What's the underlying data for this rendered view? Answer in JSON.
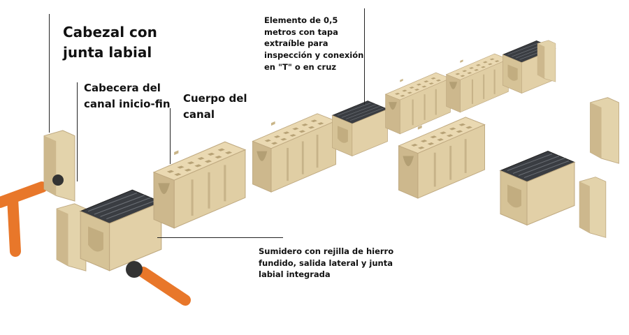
{
  "labels": {
    "cabezal": [
      "Cabezal con",
      "junta labial"
    ],
    "cabecera": [
      "Cabecera del",
      "canal inicio-fin"
    ],
    "cuerpo": [
      "Cuerpo del",
      "canal"
    ],
    "elemento": [
      "Elemento de 0,5",
      "metros con tapa",
      "extraíble para",
      "inspección y conexión",
      "en \"T\" o en cruz"
    ],
    "sumidero": [
      "Sumidero con rejilla de hierro",
      "fundido, salida lateral y junta",
      "labial integrada"
    ]
  },
  "colors": {
    "concrete": "#e3d3ab",
    "concrete_shadow": "#c9b588",
    "grate": "#3a3d42",
    "pipe": "#e8772a"
  }
}
